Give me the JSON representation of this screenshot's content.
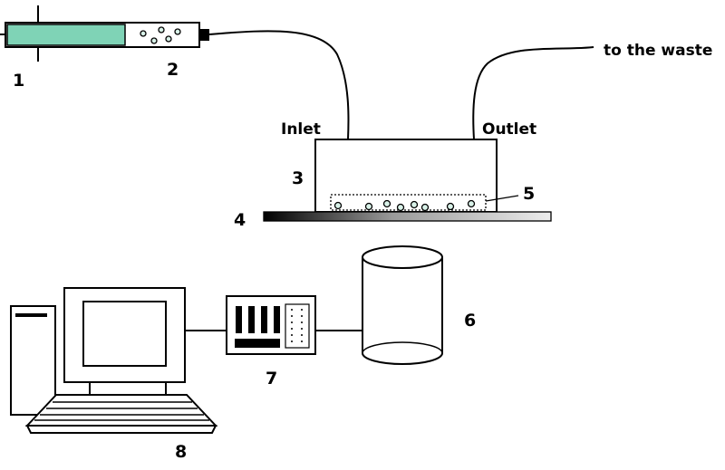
{
  "labels": {
    "n1": "1",
    "n2": "2",
    "n3": "3",
    "n4": "4",
    "n5": "5",
    "n6": "6",
    "n7": "7",
    "n8": "8",
    "inlet": "Inlet",
    "outlet": "Outlet",
    "waste": "to the waste"
  },
  "colors": {
    "syringe_fluid": "#7fd3b6",
    "bubble_fill": "#d8f1e8",
    "stroke": "#000000"
  }
}
